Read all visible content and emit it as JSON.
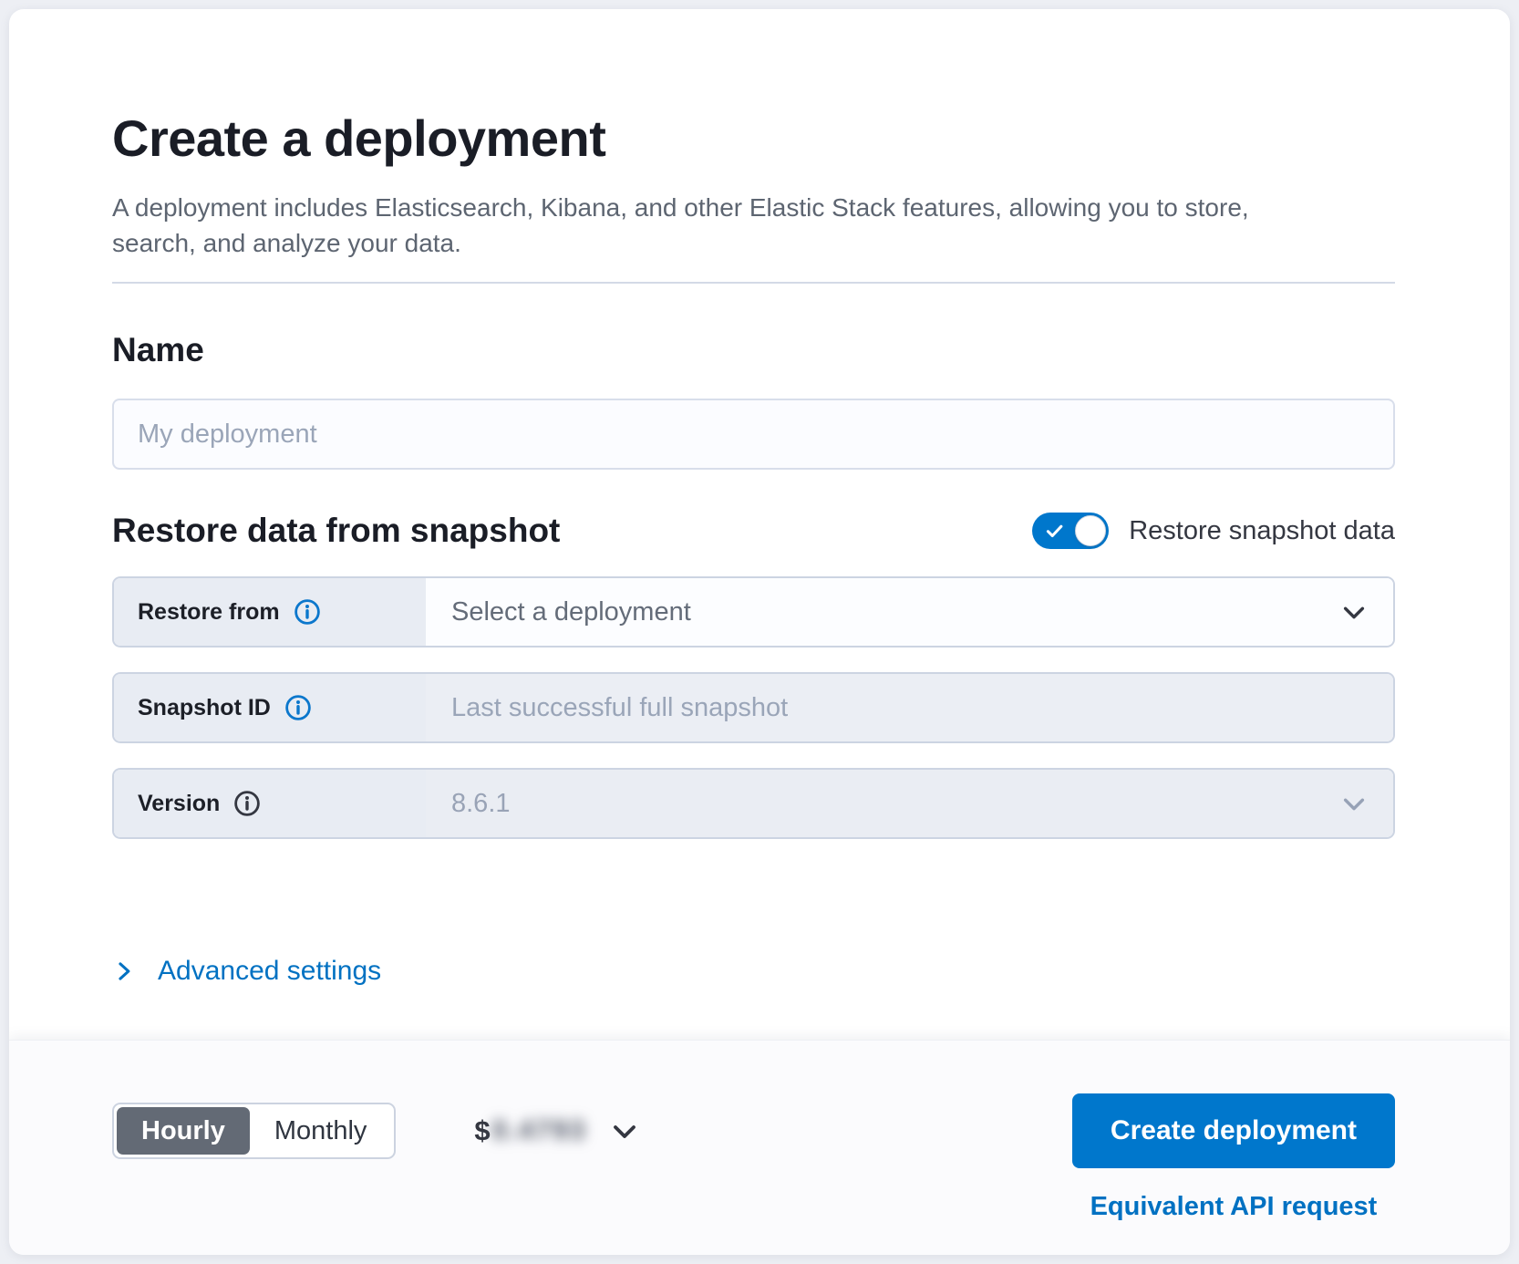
{
  "header": {
    "title": "Create a deployment",
    "subtitle": "A deployment includes Elasticsearch, Kibana, and other Elastic Stack features, allowing you to store, search, and analyze your data."
  },
  "name_section": {
    "heading": "Name",
    "input_placeholder": "My deployment",
    "input_value": ""
  },
  "restore_section": {
    "heading": "Restore data from snapshot",
    "toggle": {
      "label": "Restore snapshot data",
      "state": "on"
    },
    "restore_from": {
      "label": "Restore from",
      "placeholder": "Select a deployment"
    },
    "snapshot_id": {
      "label": "Snapshot ID",
      "placeholder": "Last successful full snapshot",
      "disabled": true
    },
    "version": {
      "label": "Version",
      "value": "8.6.1",
      "disabled": true
    }
  },
  "advanced_settings": {
    "label": "Advanced settings"
  },
  "footer": {
    "billing_period": {
      "hourly_label": "Hourly",
      "monthly_label": "Monthly",
      "selected": "Hourly"
    },
    "price": {
      "currency_symbol": "$",
      "amount": "0.4793",
      "blurred": true
    },
    "create_button_label": "Create deployment",
    "api_link_label": "Equivalent API request"
  },
  "colors": {
    "primary_blue": "#0077cc",
    "link_blue": "#0071c2",
    "selected_segment_gray": "#636a75",
    "row_label_bg": "#e8ecf3",
    "page_bg": "#edeff4"
  }
}
